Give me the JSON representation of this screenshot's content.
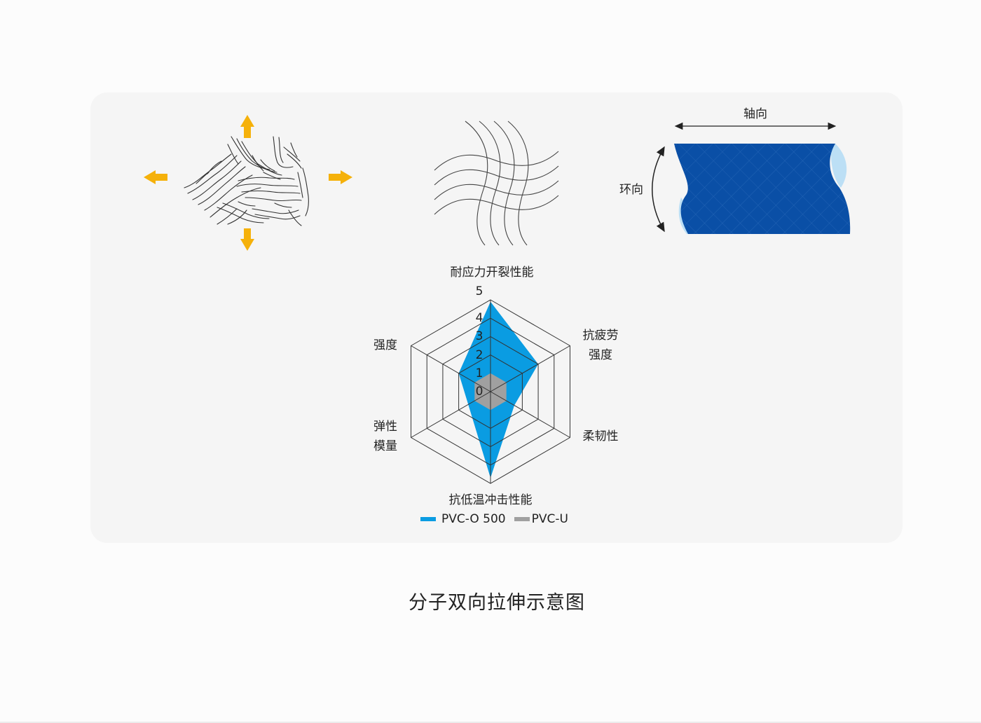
{
  "caption": "分子双向拉伸示意图",
  "illustrations": {
    "random_molecules": {
      "label": "",
      "arrow_color": "#f5b10a"
    },
    "woven_lines": {
      "label": ""
    },
    "pipe": {
      "axial_label": "轴向",
      "hoop_label": "环向",
      "pipe_color": "#0a4fa6",
      "pipe_light_color": "#bcdff5"
    }
  },
  "radar": {
    "axis_labels": [
      {
        "text": "耐应力开裂性能"
      },
      {
        "text": "抗疲劳\n强度",
        "line1": "抗疲劳",
        "line2": "强度"
      },
      {
        "text": "柔韧性"
      },
      {
        "text": "抗低温冲击性能"
      },
      {
        "text": "弹性\n模量",
        "line1": "弹性",
        "line2": "模量"
      },
      {
        "text": "强度"
      }
    ],
    "ticks": [
      "0",
      "1",
      "2",
      "3",
      "4",
      "5"
    ],
    "legend": [
      {
        "label": "PVC-O 500",
        "color": "#0a9ce2"
      },
      {
        "label": "PVC-U",
        "color": "#a0a0a0"
      }
    ]
  },
  "chart_data": {
    "type": "radar",
    "title": "",
    "categories": [
      "耐应力开裂性能",
      "抗疲劳强度",
      "柔韧性",
      "抗低温冲击性能",
      "弹性模量",
      "强度"
    ],
    "series": [
      {
        "name": "PVC-O 500",
        "values": [
          4.9,
          3,
          1.5,
          4.7,
          1.4,
          2
        ],
        "color": "#0a9ce2"
      },
      {
        "name": "PVC-U",
        "values": [
          1,
          1,
          1,
          1,
          1,
          1
        ],
        "color": "#a0a0a0"
      }
    ],
    "range": [
      0,
      5
    ],
    "tick_values": [
      0,
      1,
      2,
      3,
      4,
      5
    ],
    "grid": "hexagonal",
    "legend_position": "bottom"
  }
}
